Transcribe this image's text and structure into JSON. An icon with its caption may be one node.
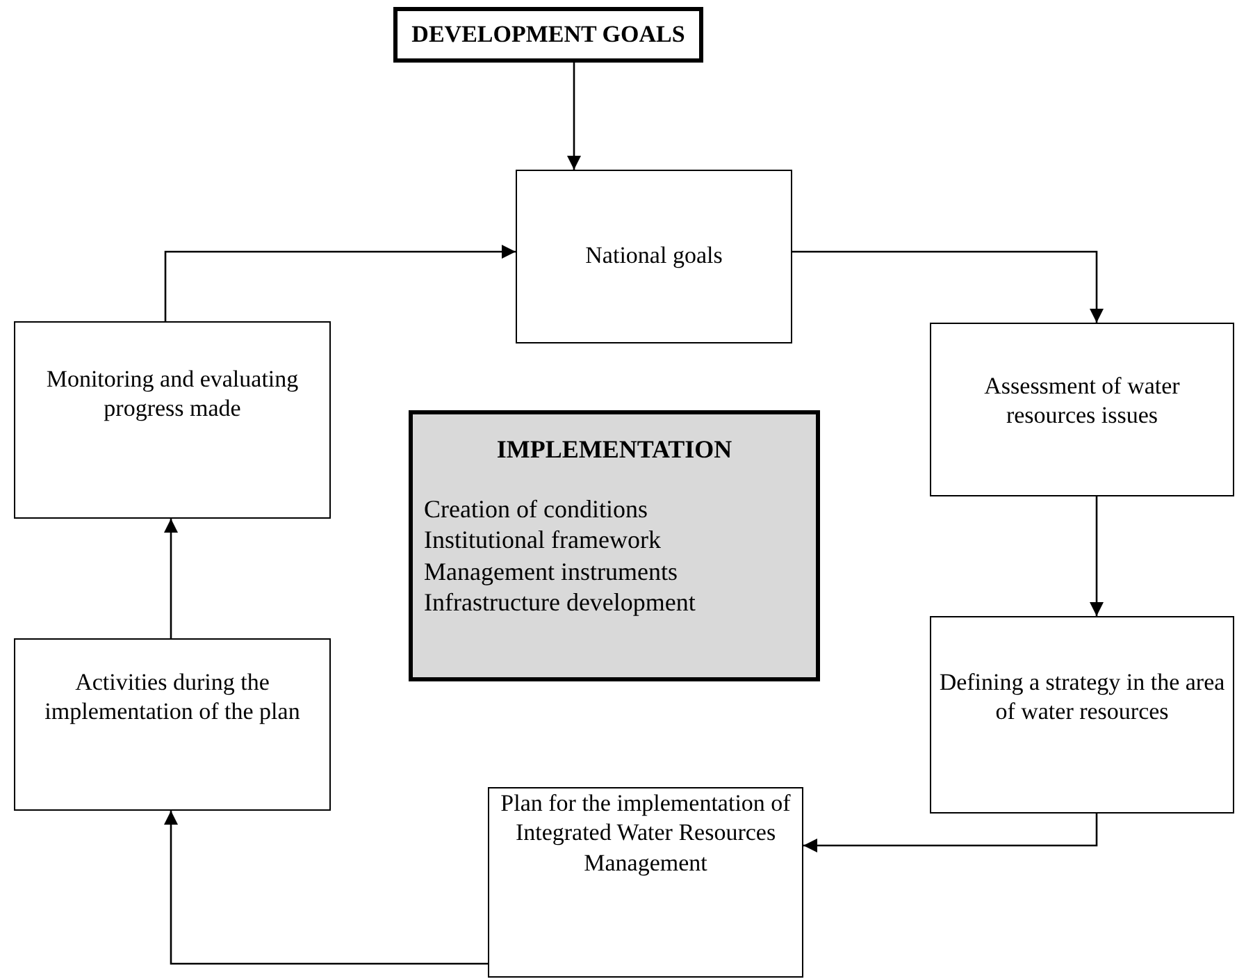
{
  "diagram": {
    "nodes": [
      {
        "text": [
          "DEVELOPMENT GOALS"
        ]
      },
      {
        "text": [
          "National goals"
        ]
      },
      {
        "text": [
          "Assessment of water resources issues"
        ]
      },
      {
        "text": [
          "Defining a strategy in the area of water resources"
        ]
      },
      {
        "text": [
          "Plan for the implementation of Integrated Water Resources Management"
        ]
      },
      {
        "text": [
          "Activities during the implementation of the plan"
        ]
      },
      {
        "text": [
          "Monitoring and evaluating progress made"
        ]
      },
      {
        "text": [
          "IMPLEMENTATION",
          "Creation of conditions",
          "Institutional framework",
          "Management instruments",
          "Infrastructure development"
        ]
      }
    ],
    "edges": [
      {
        "from": 0,
        "to": 1,
        "arrow": "to"
      },
      {
        "from": 1,
        "to": 2,
        "arrow": "to"
      },
      {
        "from": 2,
        "to": 3,
        "arrow": "to"
      },
      {
        "from": 3,
        "to": 4,
        "arrow": "to"
      },
      {
        "from": 4,
        "to": 5,
        "arrow": "to"
      },
      {
        "from": 5,
        "to": 6,
        "arrow": "to"
      },
      {
        "from": 6,
        "to": 1,
        "arrow": "to"
      }
    ]
  }
}
